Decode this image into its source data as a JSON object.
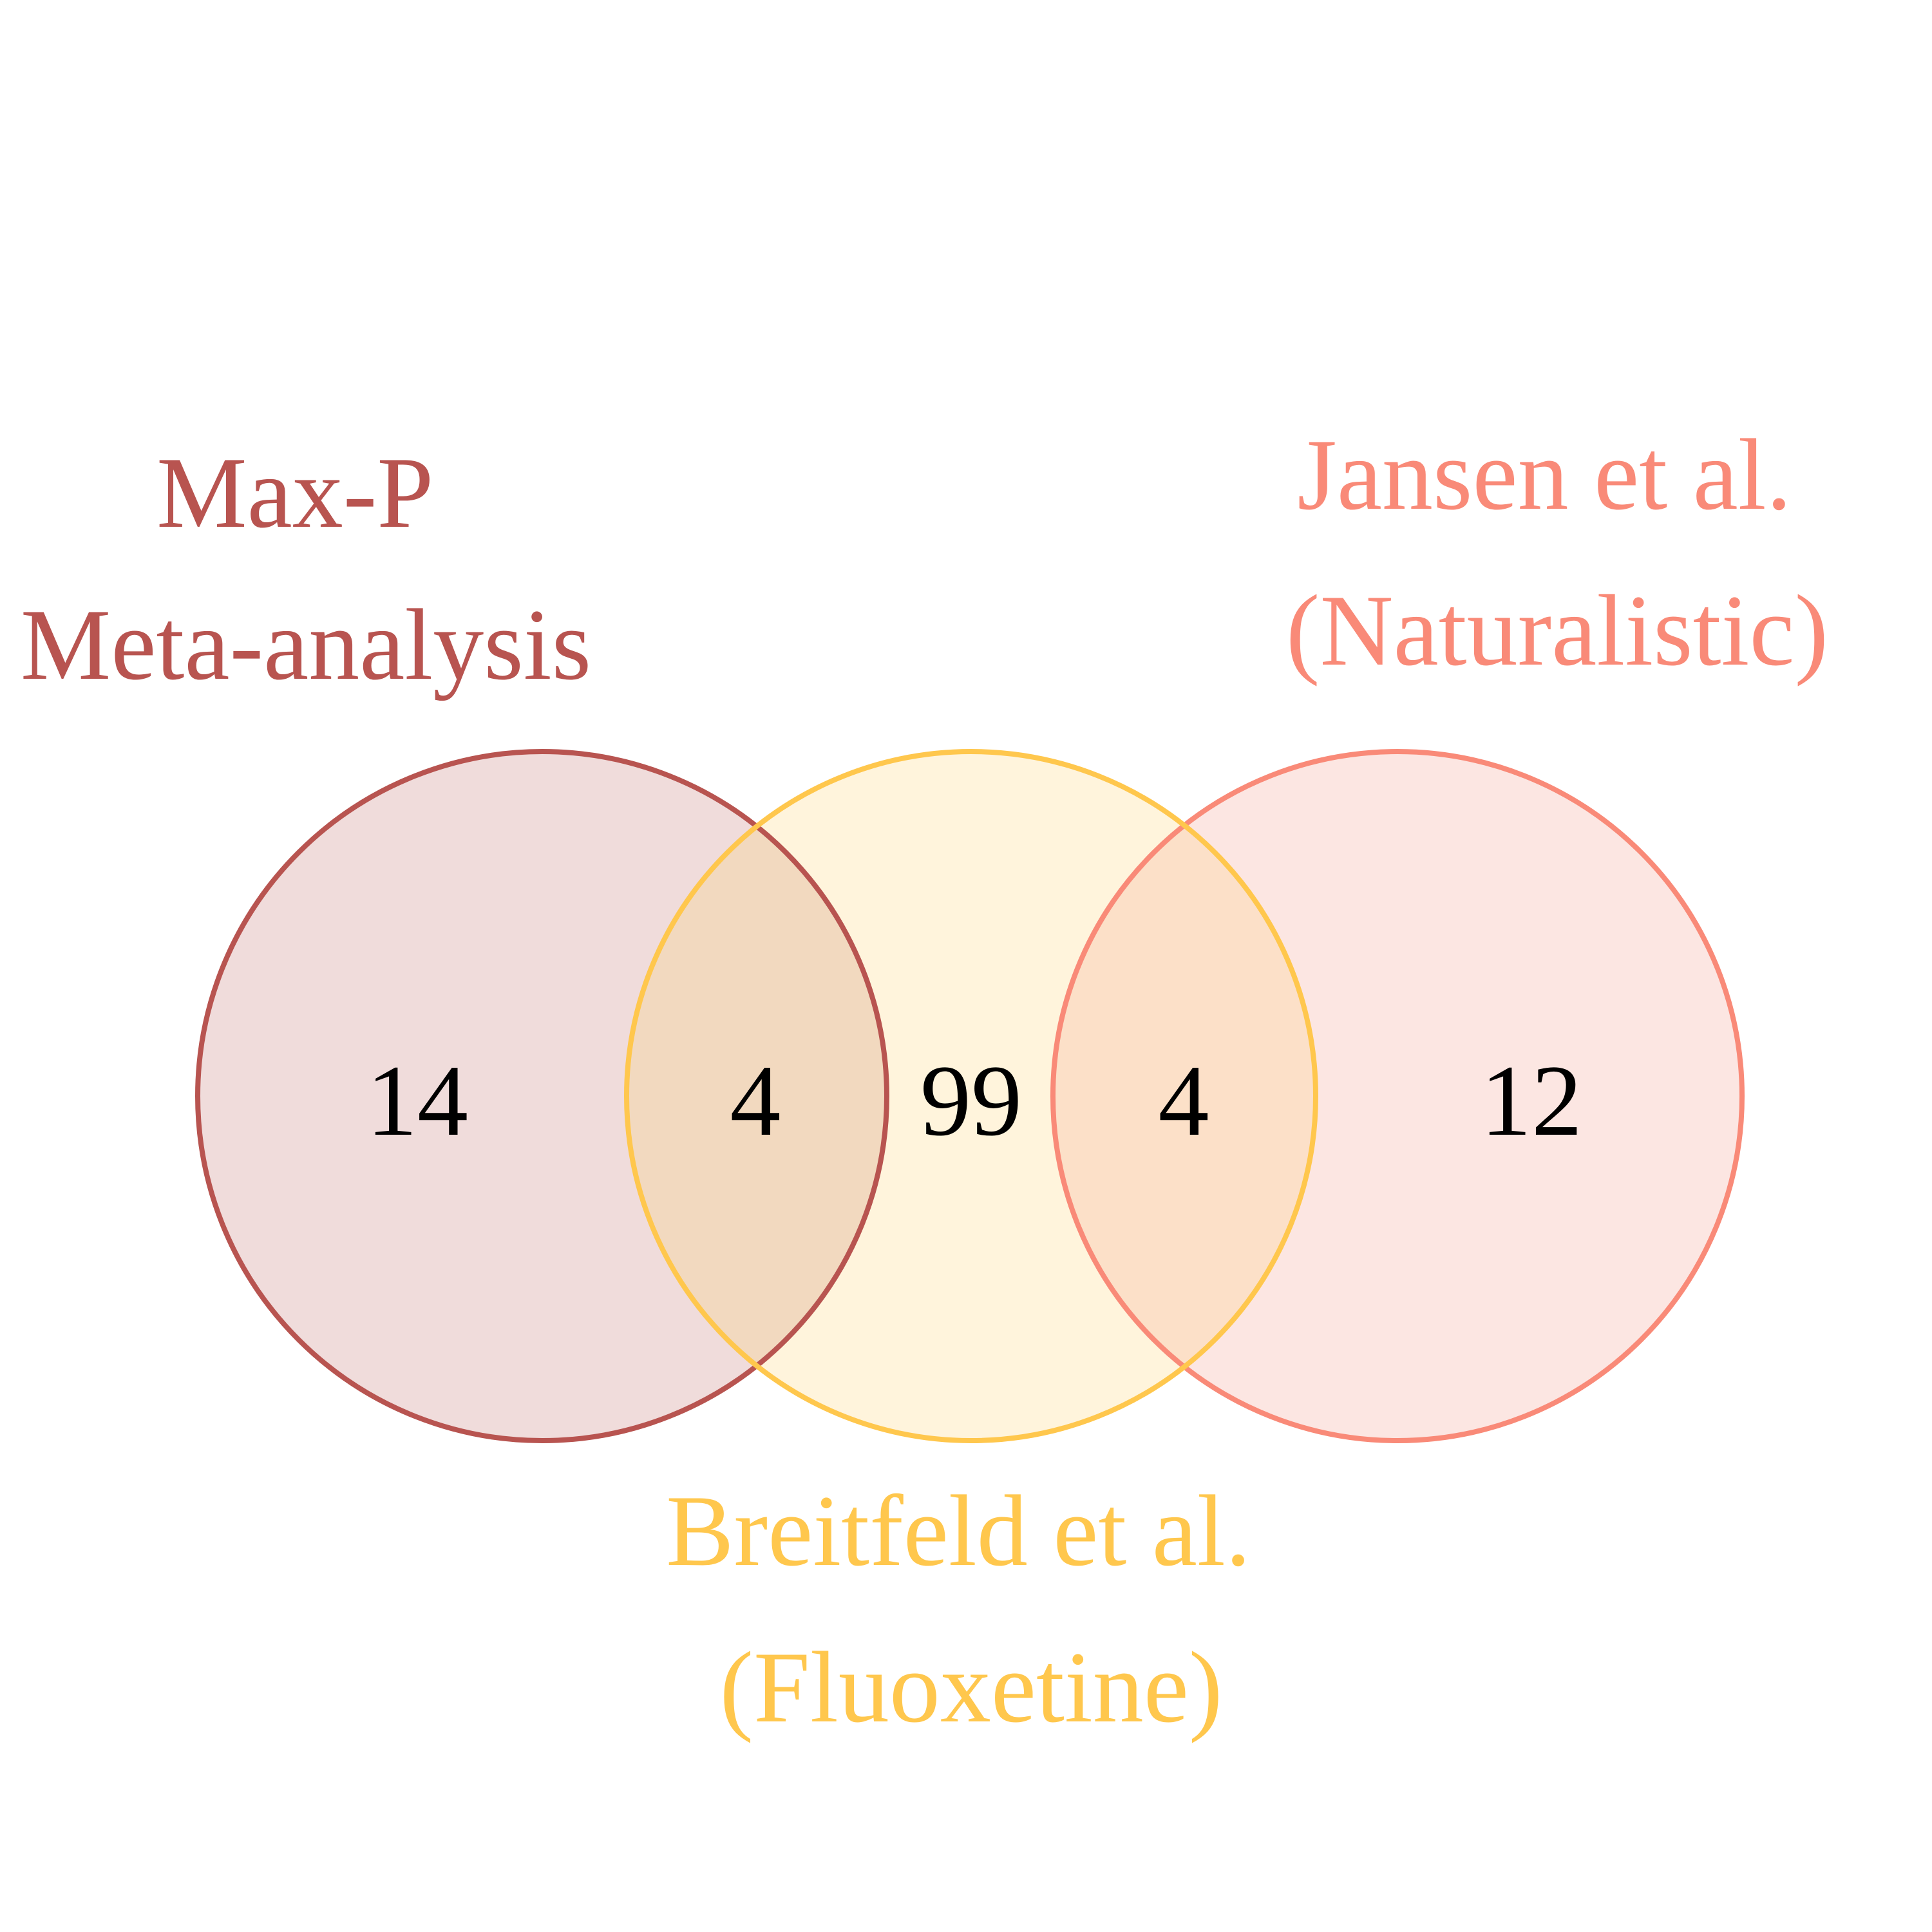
{
  "sets": [
    {
      "id": "A",
      "label_lines": [
        "Max-P",
        "Meta-analysis"
      ],
      "color": "#B85450",
      "fill": "#F0DCDB"
    },
    {
      "id": "B",
      "label_lines": [
        "Breitfeld et al.",
        "(Fluoxetine)"
      ],
      "color": "#FFC74D",
      "fill": "#FFF4DC"
    },
    {
      "id": "C",
      "label_lines": [
        "Jansen et al.",
        "(Naturalistic)"
      ],
      "color": "#F98A78",
      "fill": "#FCE6E2"
    }
  ],
  "regions": {
    "A_only": "14",
    "A_and_B": "4",
    "B_only": "99",
    "B_and_C": "4",
    "C_only": "12"
  },
  "overlap_colors": {
    "A_and_B": "#F2D9BF",
    "B_and_C": "#FCE0C8"
  }
}
